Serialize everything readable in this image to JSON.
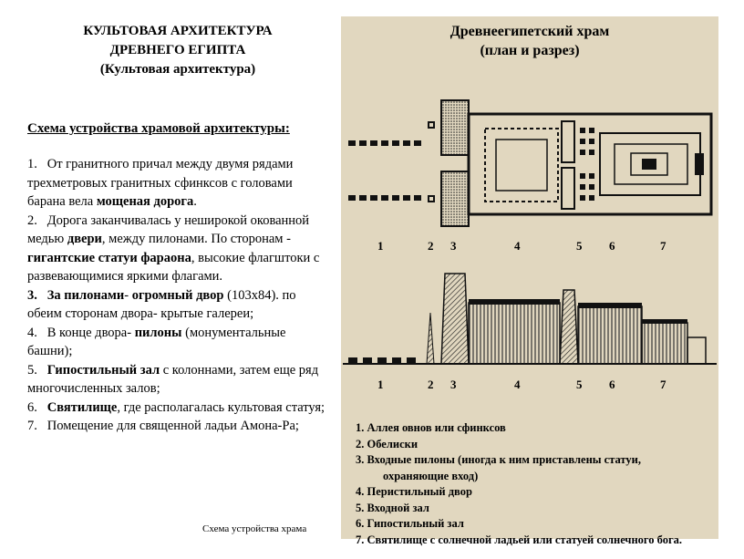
{
  "title": {
    "line1": "КУЛЬТОВАЯ АРХИТЕКТУРА",
    "line2": "ДРЕВНЕГО ЕГИПТА",
    "line3": "(Культовая архитектура)"
  },
  "scheme_heading": "Схема устройства  храмовой архитектуры:",
  "items": [
    {
      "num": "1.",
      "parts": [
        "От гранитного причал между двумя рядами трехметровых  гранитных сфинксов с головами барана вела ",
        "мощеная дорога",
        "."
      ]
    },
    {
      "num": "2.",
      "parts": [
        "Дорога заканчивалась у неширокой окованной медью ",
        "двери",
        ", между пилонами. По сторонам - ",
        "гигантские статуи фараона",
        ", высокие флагштоки с развевающимися яркими флагами."
      ]
    },
    {
      "num": "3.",
      "parts": [
        "",
        "За пилонами",
        "- ",
        "огромный двор",
        " (103х84). по обеим сторонам двора- крытые галереи;"
      ]
    },
    {
      "num": "4.",
      "parts": [
        "В конце двора- ",
        "пилоны",
        " (монументальные башни);"
      ]
    },
    {
      "num": "5.",
      "parts": [
        "",
        "Гипостильный зал",
        " с колоннами, затем еще ряд многочисленных  залов;"
      ]
    },
    {
      "num": "6.",
      "parts": [
        "",
        "Святилище",
        ", где располагалась культовая статуя;"
      ]
    },
    {
      "num": "7.",
      "parts": [
        "Помещение для священной ладьи Амона-Ра;"
      ]
    }
  ],
  "caption": "Схема устройства храма",
  "panel": {
    "title_line1": "Древнеегипетский храм",
    "title_line2": "(план и разрез)",
    "background": "#e1d7bf",
    "number_labels": [
      "1",
      "2",
      "3",
      "4",
      "5",
      "6",
      "7"
    ],
    "legend": [
      "1. Аллея овнов или сфинксов",
      "2. Обелиски",
      "3. Входные пилоны (иногда к ним приставлены статуи,",
      "охраняющие вход)",
      "4. Перистильный двор",
      "5. Входной зал",
      "6. Гипостильный зал",
      "7. Святилище с солнечной ладьей или статуей солнечного бога."
    ]
  }
}
